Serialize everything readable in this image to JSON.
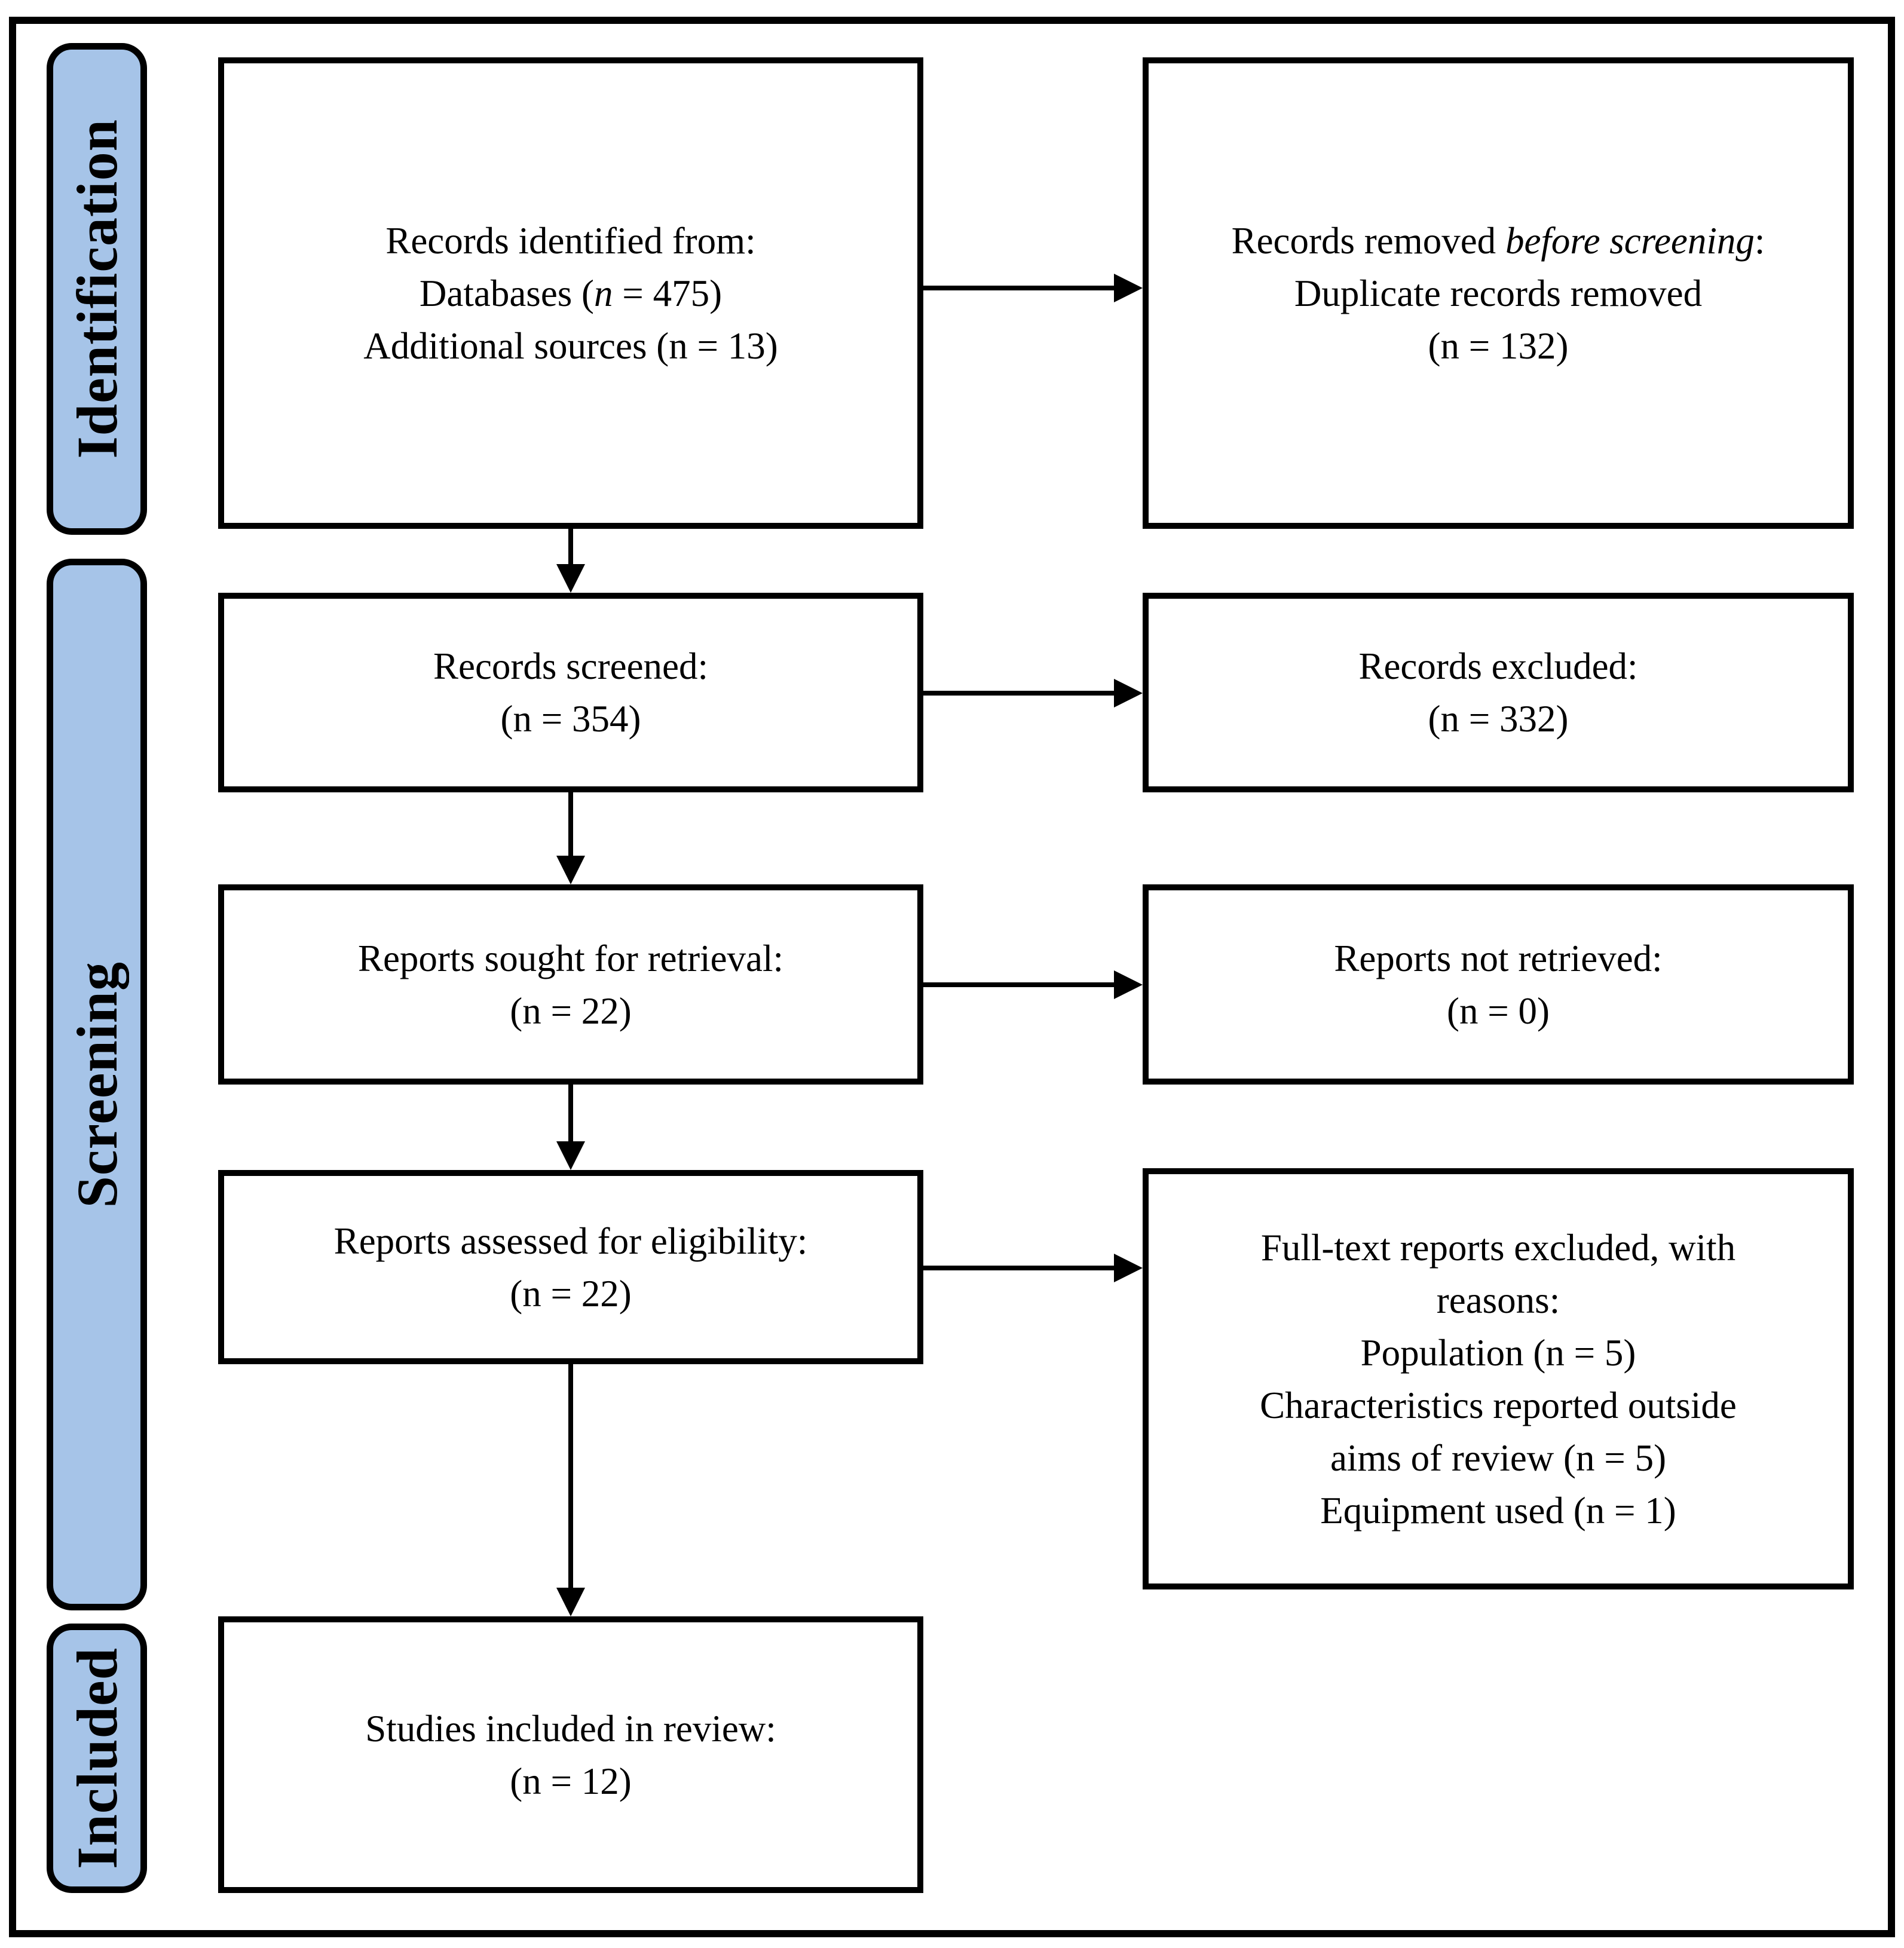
{
  "figure": {
    "stages": [
      {
        "key": "identification",
        "label": "Identification"
      },
      {
        "key": "screening",
        "label": "Screening"
      },
      {
        "key": "included",
        "label": "Included"
      }
    ],
    "boxes": {
      "records_identified": {
        "lines": [
          [
            {
              "t": "Records identified from:"
            }
          ],
          [
            {
              "t": "Databases ("
            },
            {
              "t": "n",
              "i": true
            },
            {
              "t": " = 475)"
            }
          ],
          [
            {
              "t": "Additional sources (n = 13)"
            }
          ]
        ]
      },
      "records_removed": {
        "lines": [
          [
            {
              "t": "Records removed "
            },
            {
              "t": "before screening",
              "i": true
            },
            {
              "t": ":"
            }
          ],
          [
            {
              "t": "Duplicate records removed"
            }
          ],
          [
            {
              "t": "(n = 132)"
            }
          ]
        ]
      },
      "records_screened": {
        "lines": [
          [
            {
              "t": "Records screened:"
            }
          ],
          [
            {
              "t": "(n = 354)"
            }
          ]
        ]
      },
      "records_excluded": {
        "lines": [
          [
            {
              "t": "Records excluded:"
            }
          ],
          [
            {
              "t": "(n = 332)"
            }
          ]
        ]
      },
      "reports_sought": {
        "lines": [
          [
            {
              "t": "Reports sought for retrieval:"
            }
          ],
          [
            {
              "t": "(n = 22)"
            }
          ]
        ]
      },
      "reports_not_retrieved": {
        "lines": [
          [
            {
              "t": "Reports not retrieved:"
            }
          ],
          [
            {
              "t": "(n = 0)"
            }
          ]
        ]
      },
      "reports_assessed": {
        "lines": [
          [
            {
              "t": "Reports assessed for eligibility:"
            }
          ],
          [
            {
              "t": "(n = 22)"
            }
          ]
        ]
      },
      "fulltext_excluded": {
        "lines": [
          [
            {
              "t": "Full-text reports excluded, with"
            }
          ],
          [
            {
              "t": "reasons:"
            }
          ],
          [
            {
              "t": "Population (n = 5)"
            }
          ],
          [
            {
              "t": "Characteristics reported outside"
            }
          ],
          [
            {
              "t": "aims of review (n = 5)"
            }
          ],
          [
            {
              "t": "Equipment used (n = 1)"
            }
          ]
        ]
      },
      "studies_included": {
        "lines": [
          [
            {
              "t": "Studies included in review:"
            }
          ],
          [
            {
              "t": "(n = 12)"
            }
          ]
        ]
      }
    },
    "colors": {
      "stage_fill": "#A6C4E8",
      "stroke": "#000000",
      "box_fill": "#FFFFFF"
    }
  }
}
